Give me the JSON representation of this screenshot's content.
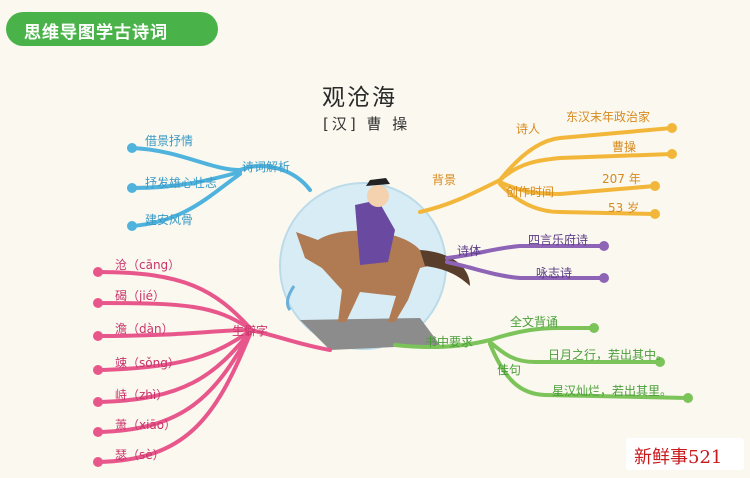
{
  "header": {
    "banner_text": "思维导图学古诗词"
  },
  "poem": {
    "title": "观沧海",
    "author_line": "[汉] 曹 操"
  },
  "branches": {
    "analysis": {
      "label": "诗词解析",
      "items": [
        "借景抒情",
        "抒发雄心壮志",
        "建安风骨"
      ]
    },
    "background": {
      "label": "背景",
      "poet": {
        "label": "诗人",
        "items": [
          "东汉末年政治家",
          "曹操"
        ]
      },
      "time": {
        "label": "创作时间",
        "items": [
          "207 年",
          "53 岁"
        ]
      }
    },
    "form": {
      "label": "诗体",
      "items": [
        "四言乐府诗",
        "咏志诗"
      ]
    },
    "requirements": {
      "label": "书中要求",
      "item": "全文背诵",
      "famous": {
        "label": "佳句",
        "items": [
          "日月之行，若出其中。",
          "星汉灿烂，若出其里。"
        ]
      }
    },
    "characters": {
      "label": "生僻字",
      "items": [
        "沧（cāng）",
        "碣（jié）",
        "澹（dàn）",
        "竦（sǒng）",
        "峙（zhì）",
        "萧（xiāo）",
        "瑟（sè）"
      ]
    }
  },
  "colors": {
    "banner": "#49b349",
    "analysis": "#4fb3dd",
    "background": "#f2b73a",
    "form": "#8e64b7",
    "requirements": "#7cc35a",
    "characters": "#e8578b"
  },
  "watermark": {
    "text": "新鲜事521"
  }
}
